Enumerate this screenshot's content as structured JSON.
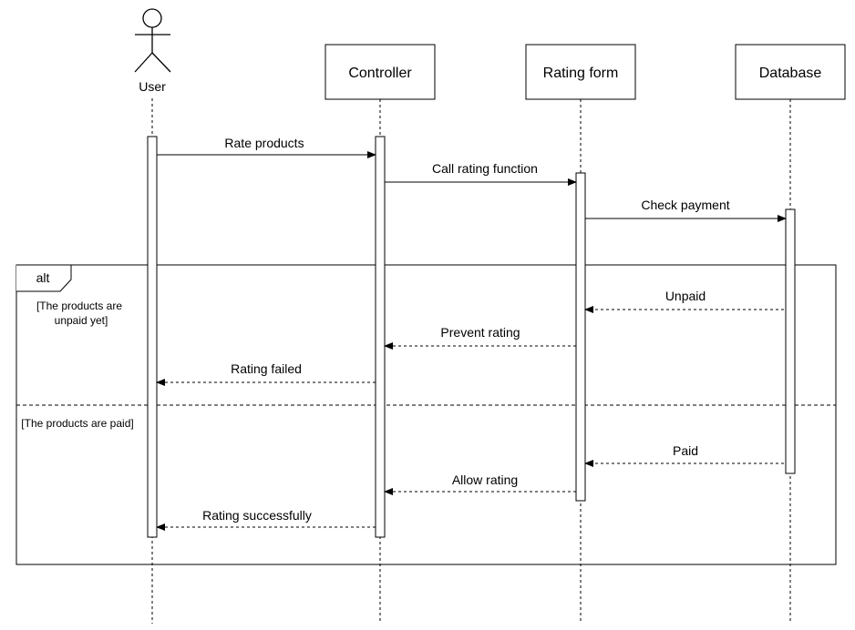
{
  "participants": {
    "user": {
      "label": "User",
      "kind": "actor"
    },
    "controller": {
      "label": "Controller",
      "kind": "box"
    },
    "rating_form": {
      "label": "Rating form",
      "kind": "box"
    },
    "database": {
      "label": "Database",
      "kind": "box"
    }
  },
  "messages": {
    "rate_products": {
      "label": "Rate products",
      "from": "user",
      "to": "controller",
      "style": "solid"
    },
    "call_rating_function": {
      "label": "Call rating function",
      "from": "controller",
      "to": "rating_form",
      "style": "solid"
    },
    "check_payment": {
      "label": "Check payment",
      "from": "rating_form",
      "to": "database",
      "style": "solid"
    },
    "unpaid": {
      "label": "Unpaid",
      "from": "database",
      "to": "rating_form",
      "style": "dashed"
    },
    "prevent_rating": {
      "label": "Prevent rating",
      "from": "rating_form",
      "to": "controller",
      "style": "dashed"
    },
    "rating_failed": {
      "label": "Rating failed",
      "from": "controller",
      "to": "user",
      "style": "dashed"
    },
    "paid": {
      "label": "Paid",
      "from": "database",
      "to": "rating_form",
      "style": "dashed"
    },
    "allow_rating": {
      "label": "Allow rating",
      "from": "rating_form",
      "to": "controller",
      "style": "dashed"
    },
    "rating_successfully": {
      "label": "Rating successfully",
      "from": "controller",
      "to": "user",
      "style": "dashed"
    }
  },
  "alt_frame": {
    "operator": "alt",
    "guard_1_line_1": "[The products  are",
    "guard_1_line_2": "unpaid yet]",
    "guard_2": "[The products are paid]"
  },
  "colors": {
    "stroke": "#000000",
    "fill": "#ffffff",
    "text": "#000000"
  }
}
